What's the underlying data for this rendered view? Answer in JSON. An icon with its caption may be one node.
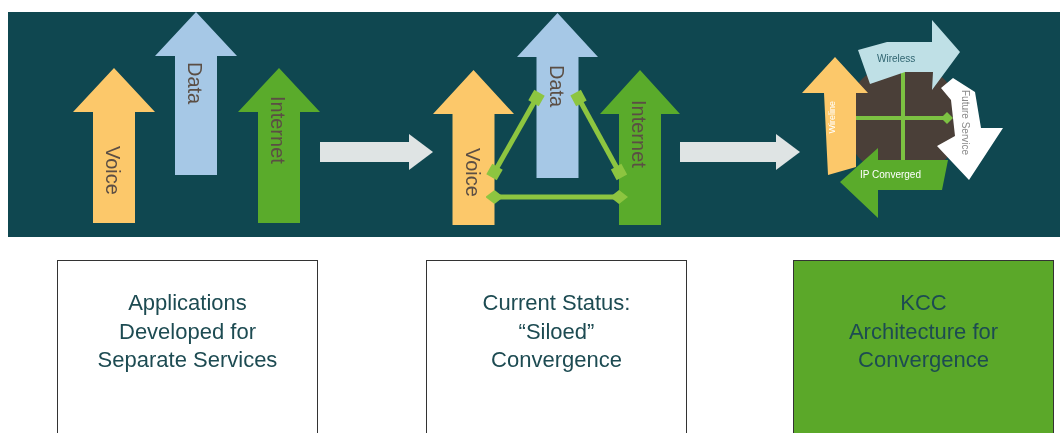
{
  "diagram": {
    "nodes": [
      {
        "text": [
          "Voice"
        ]
      },
      {
        "text": [
          "Data"
        ]
      },
      {
        "text": [
          "Internet"
        ]
      },
      {
        "text": [
          "Voice"
        ]
      },
      {
        "text": [
          "Data"
        ]
      },
      {
        "text": [
          "Internet"
        ]
      },
      {
        "text": [
          "Wireless"
        ]
      },
      {
        "text": [
          "Future Service"
        ]
      },
      {
        "text": [
          "IP Converged"
        ]
      },
      {
        "text": [
          "Wireline"
        ]
      },
      {
        "text": [
          "Applications Developed for Separate Services"
        ]
      },
      {
        "text": [
          "Current Status: “Siloed” Convergence"
        ]
      },
      {
        "text": [
          "KCC Architecture for Convergence"
        ]
      }
    ],
    "edges": [
      {
        "from": 2,
        "to": 3,
        "arrow": "to",
        "style": "thick",
        "color": "#dfe4e4"
      },
      {
        "from": 3,
        "to": 4,
        "arrow": "other"
      },
      {
        "from": 4,
        "to": 5,
        "arrow": "other"
      },
      {
        "from": 3,
        "to": 5,
        "arrow": "other"
      },
      {
        "from": 5,
        "to": 9,
        "arrow": "to",
        "style": "thick",
        "color": "#dfe4e4"
      }
    ]
  }
}
